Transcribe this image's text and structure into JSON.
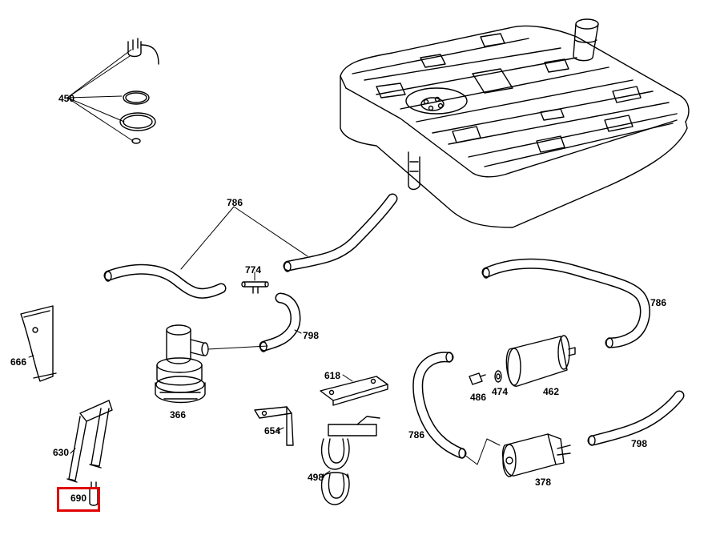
{
  "diagram": {
    "labels": {
      "p450": "450",
      "p786a": "786",
      "p774": "774",
      "p798a": "798",
      "p786b": "786",
      "p666": "666",
      "p366": "366",
      "p618": "618",
      "p654": "654",
      "p486": "486",
      "p474": "474",
      "p462": "462",
      "p786c": "786",
      "p798b": "798",
      "p630": "630",
      "p498": "498",
      "p378": "378",
      "p690": "690"
    },
    "highlight_color": "#e00000",
    "highlighted_part": "690"
  }
}
